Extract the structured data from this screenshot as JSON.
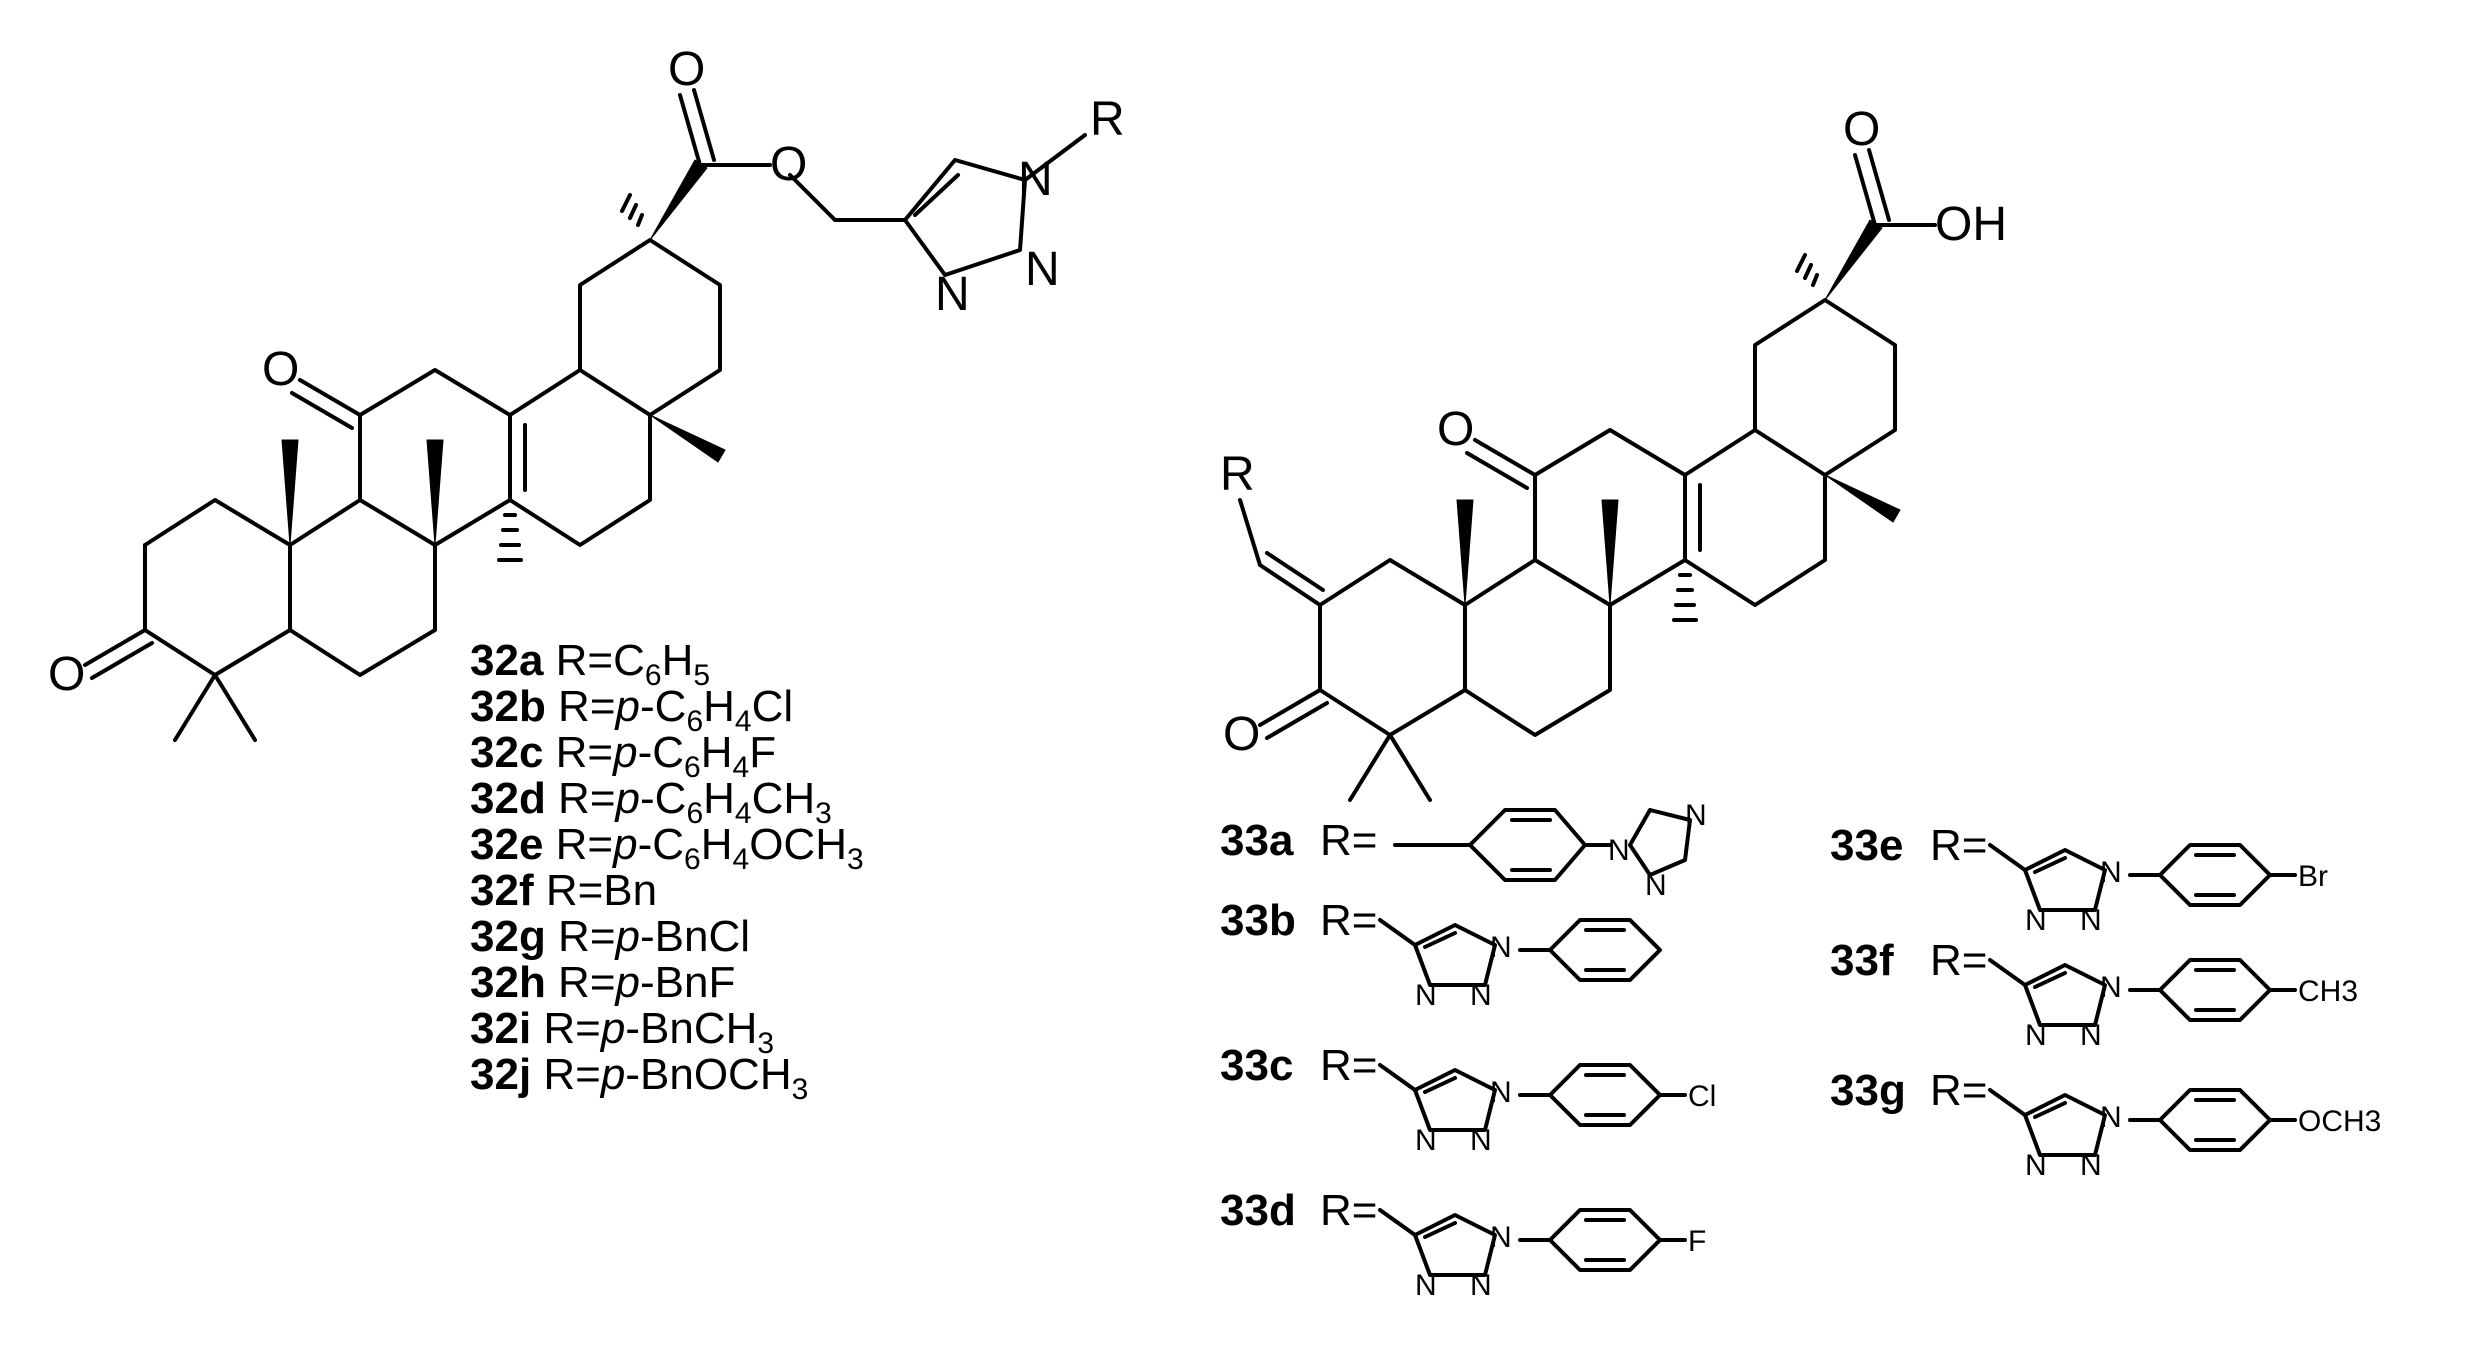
{
  "left_scaffold": {
    "atoms": {
      "ester_O_carbonyl": "O",
      "ester_O": "O",
      "ketone_O_11": "O",
      "ketone_O_3": "O",
      "triazole_N1": "N",
      "triazole_N2": "N",
      "triazole_N3": "N",
      "substituent": "R"
    }
  },
  "right_scaffold": {
    "atoms": {
      "acid_O": "O",
      "acid_OH": "OH",
      "ketone_O_11": "O",
      "ketone_O_3": "O",
      "substituent": "R"
    }
  },
  "series_32": [
    {
      "id": "32a",
      "pre": "R=C",
      "parts": [
        [
          "6",
          "sub"
        ],
        [
          "H",
          ""
        ],
        [
          "5",
          "sub"
        ]
      ]
    },
    {
      "id": "32b",
      "pre": "R=",
      "parts": [
        [
          "p",
          "it"
        ],
        [
          "-C",
          ""
        ],
        [
          "6",
          "sub"
        ],
        [
          "H",
          ""
        ],
        [
          "4",
          "sub"
        ],
        [
          "Cl",
          ""
        ]
      ]
    },
    {
      "id": "32c",
      "pre": "R=",
      "parts": [
        [
          "p",
          "it"
        ],
        [
          "-C",
          ""
        ],
        [
          "6",
          "sub"
        ],
        [
          "H",
          ""
        ],
        [
          "4",
          "sub"
        ],
        [
          "F",
          ""
        ]
      ]
    },
    {
      "id": "32d",
      "pre": "R=",
      "parts": [
        [
          "p",
          "it"
        ],
        [
          "-C",
          ""
        ],
        [
          "6",
          "sub"
        ],
        [
          "H",
          ""
        ],
        [
          "4",
          "sub"
        ],
        [
          "CH",
          ""
        ],
        [
          "3",
          "sub"
        ]
      ]
    },
    {
      "id": "32e",
      "pre": "R=",
      "parts": [
        [
          "p",
          "it"
        ],
        [
          "-C",
          ""
        ],
        [
          "6",
          "sub"
        ],
        [
          "H",
          ""
        ],
        [
          "4",
          "sub"
        ],
        [
          "OCH",
          ""
        ],
        [
          "3",
          "sub"
        ]
      ]
    },
    {
      "id": "32f",
      "pre": "R=Bn",
      "parts": []
    },
    {
      "id": "32g",
      "pre": "R=",
      "parts": [
        [
          "p",
          "it"
        ],
        [
          "-BnCl",
          ""
        ]
      ]
    },
    {
      "id": "32h",
      "pre": "R=",
      "parts": [
        [
          "p",
          "it"
        ],
        [
          "-BnF",
          ""
        ]
      ]
    },
    {
      "id": "32i",
      "pre": "R=",
      "parts": [
        [
          "p",
          "it"
        ],
        [
          "-BnCH",
          ""
        ],
        [
          "3",
          "sub"
        ]
      ]
    },
    {
      "id": "32j",
      "pre": "R=",
      "parts": [
        [
          "p",
          "it"
        ],
        [
          "-BnOCH",
          ""
        ],
        [
          "3",
          "sub"
        ]
      ]
    }
  ],
  "series_33": [
    {
      "id": "33a",
      "eq": "R=",
      "group": "triazolylphenyl",
      "atoms": [
        "N",
        "N",
        "N"
      ],
      "para": ""
    },
    {
      "id": "33b",
      "eq": "R=",
      "group": "phenyltriazole",
      "atoms": [
        "N",
        "N",
        "N"
      ],
      "para": ""
    },
    {
      "id": "33c",
      "eq": "R=",
      "group": "phenyltriazole",
      "atoms": [
        "N",
        "N",
        "N"
      ],
      "para": "Cl"
    },
    {
      "id": "33d",
      "eq": "R=",
      "group": "phenyltriazole",
      "atoms": [
        "N",
        "N",
        "N"
      ],
      "para": "F"
    },
    {
      "id": "33e",
      "eq": "R=",
      "group": "phenyltriazole",
      "atoms": [
        "N",
        "N",
        "N"
      ],
      "para": "Br"
    },
    {
      "id": "33f",
      "eq": "R=",
      "group": "phenyltriazole",
      "atoms": [
        "N",
        "N",
        "N"
      ],
      "para": "CH3"
    },
    {
      "id": "33g",
      "eq": "R=",
      "group": "phenyltriazole",
      "atoms": [
        "N",
        "N",
        "N"
      ],
      "para": "OCH3"
    }
  ]
}
